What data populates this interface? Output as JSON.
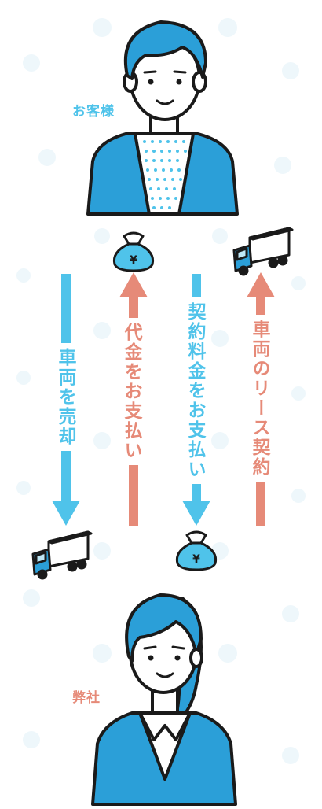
{
  "parties": {
    "customer_label": "お客様",
    "company_label": "弊社"
  },
  "flows": [
    {
      "text": "車両を売却",
      "direction": "down",
      "color": "#4fc3ea"
    },
    {
      "text": "代金をお支払い",
      "direction": "up",
      "color": "#e68a78"
    },
    {
      "text": "契約料金をお支払い",
      "direction": "down",
      "color": "#4fc3ea"
    },
    {
      "text": "車両のリース契約",
      "direction": "up",
      "color": "#e68a78"
    }
  ],
  "icons": {
    "money_bag_symbol": "¥",
    "truck": "truck-icon",
    "money_bag": "money-bag-icon"
  },
  "colors": {
    "blue": "#4fc3ea",
    "salmon": "#e68a78",
    "navy": "#1a1a1a",
    "jacket": "#2b9fd8"
  }
}
